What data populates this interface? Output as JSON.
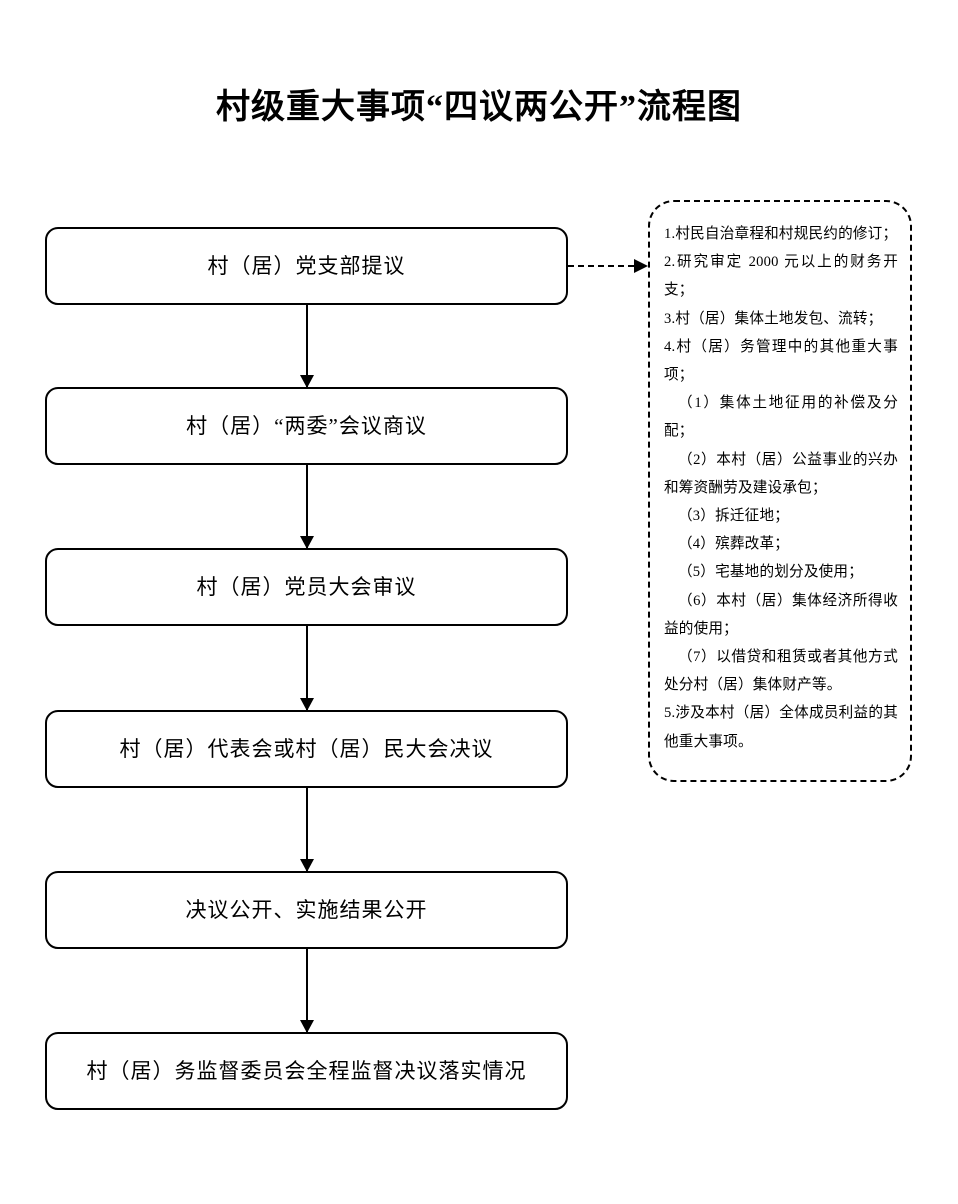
{
  "title": "村级重大事项“四议两公开”流程图",
  "flow": {
    "steps": [
      {
        "id": "step-1",
        "label": "村（居）党支部提议"
      },
      {
        "id": "step-2",
        "label": "村（居）“两委”会议商议"
      },
      {
        "id": "step-3",
        "label": "村（居）党员大会审议"
      },
      {
        "id": "step-4",
        "label": "村（居）代表会或村（居）民大会决议"
      },
      {
        "id": "step-5",
        "label": "决议公开、实施结果公开"
      },
      {
        "id": "step-6",
        "label": "村（居）务监督委员会全程监督决议落实情况"
      }
    ],
    "connector_count": 5
  },
  "note_panel": {
    "items": [
      "1.村民自治章程和村规民约的修订；",
      "2.研究审定 2000 元以上的财务开支；",
      "3.村（居）集体土地发包、流转；",
      "4.村（居）务管理中的其他重大事项；",
      "（1）集体土地征用的补偿及分配；",
      "（2）本村（居）公益事业的兴办和筹资酬劳及建设承包；",
      "（3）拆迁征地；",
      "（4）殡葬改革；",
      "（5）宅基地的划分及使用；",
      "（6）本村（居）集体经济所得收益的使用；",
      "（7）以借贷和租赁或者其他方式处分村（居）集体财产等。",
      "5.涉及本村（居）全体成员利益的其他重大事项。"
    ],
    "sub_flags": [
      false,
      false,
      false,
      false,
      true,
      true,
      true,
      true,
      true,
      true,
      true,
      false
    ]
  },
  "colors": {
    "stroke": "#000000",
    "background": "#ffffff",
    "text": "#000000"
  }
}
